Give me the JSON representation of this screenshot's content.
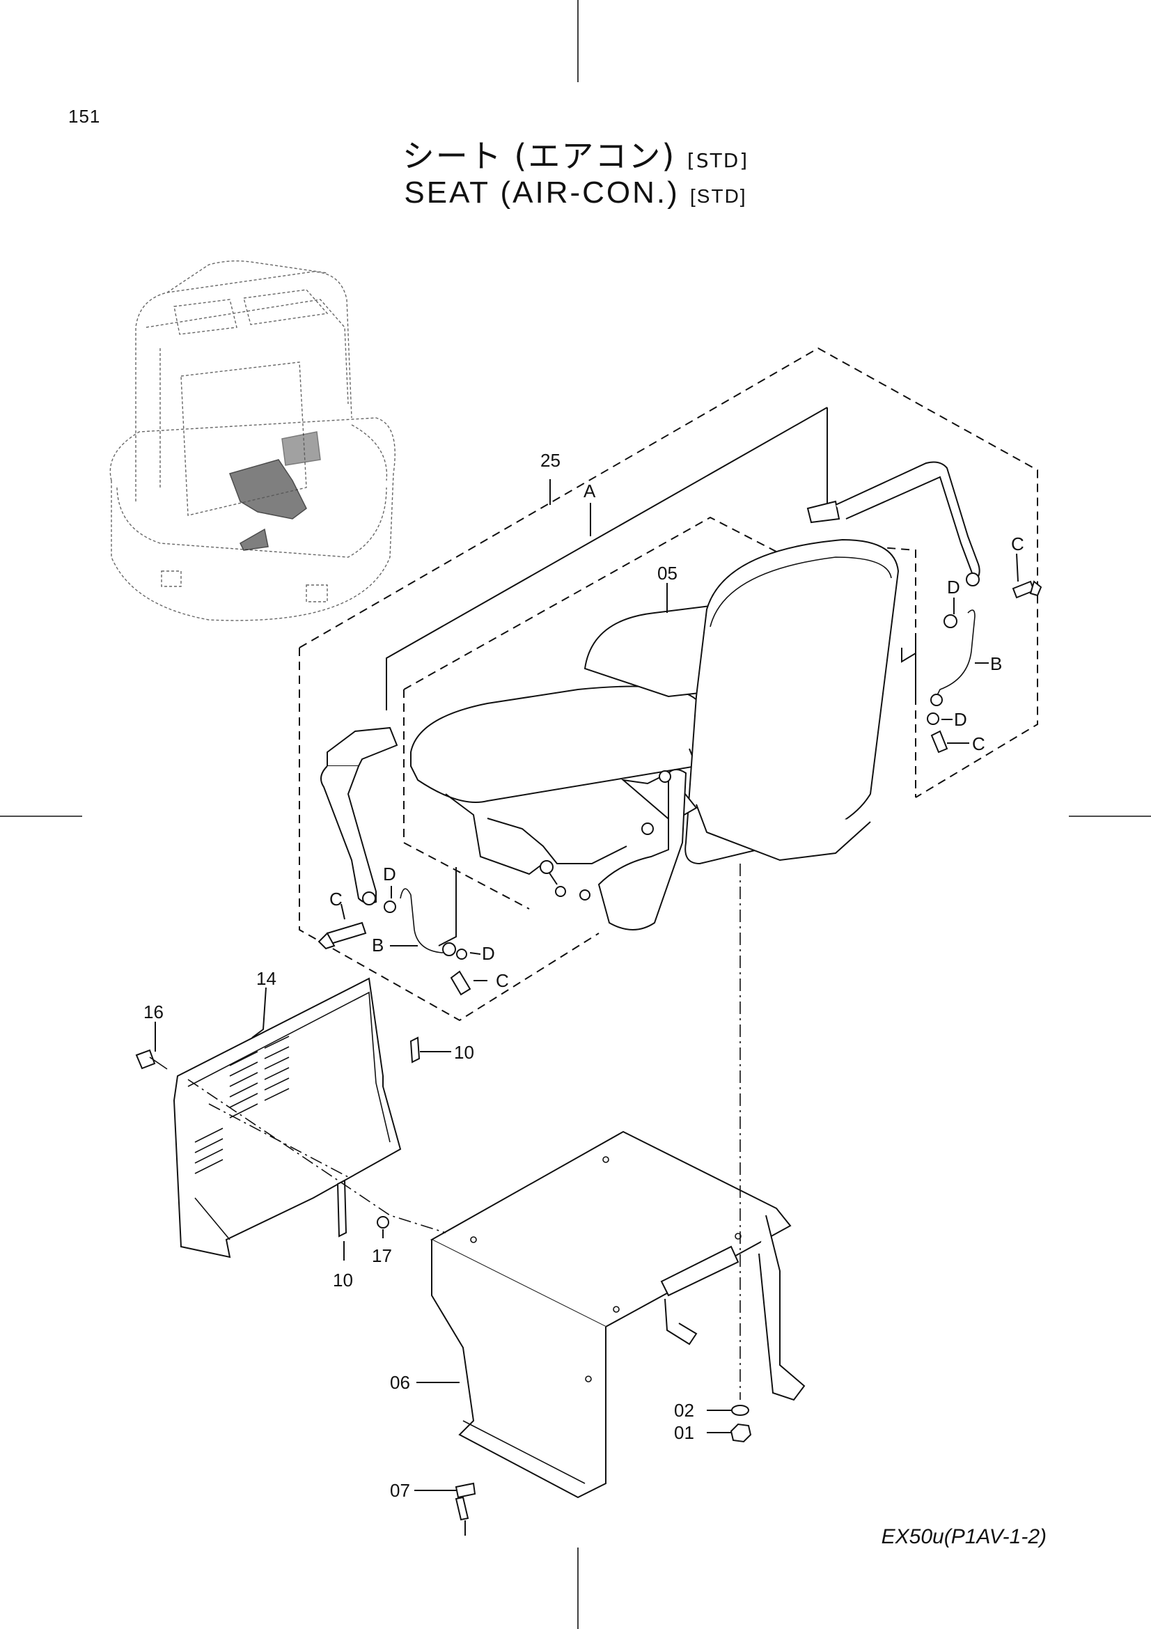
{
  "page_number": "151",
  "title": {
    "jp": "シート (エアコン)",
    "jp_tag": "[STD]",
    "en": "SEAT  (AIR-CON.)",
    "en_tag": "[STD]"
  },
  "document_code": "EX50u(P1AV-1-2)",
  "callouts": {
    "c25": "25",
    "cA": "A",
    "c05": "05",
    "cC1": "C",
    "cD1": "D",
    "cB1": "B",
    "cD2": "D",
    "cC2": "C",
    "cC3": "C",
    "cD3": "D",
    "cB2": "B",
    "cD4": "D",
    "cC4": "C",
    "c14": "14",
    "c16": "16",
    "c10a": "10",
    "c10b": "10",
    "c17": "17",
    "c06": "06",
    "c02": "02",
    "c01": "01",
    "c07": "07"
  }
}
